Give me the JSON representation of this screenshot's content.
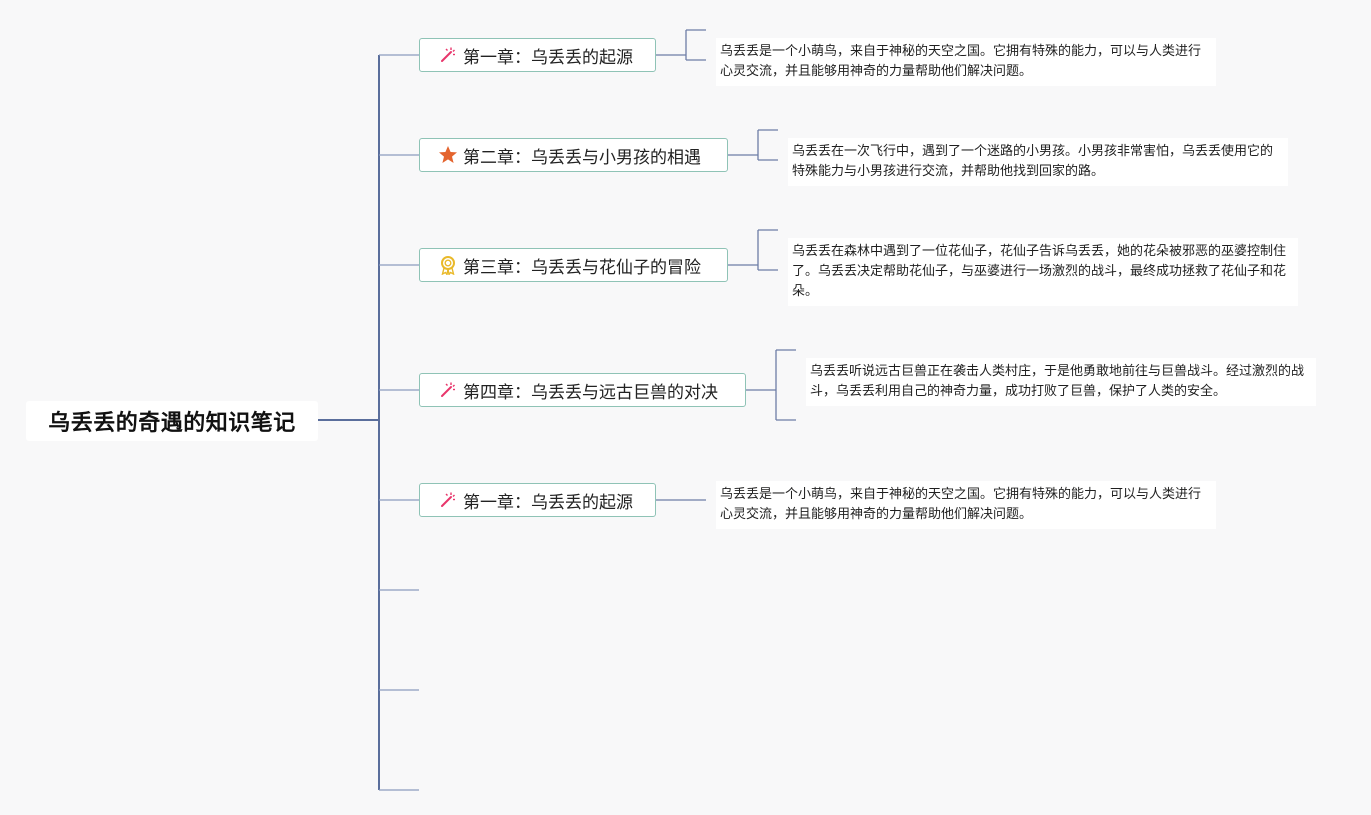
{
  "root": {
    "title": "乌丢丢的奇遇的知识笔记"
  },
  "topics": [
    {
      "label": "第一章：乌丢丢的起源",
      "icon": "magic-wand-icon",
      "note": "乌丢丢是一个小萌鸟，来自于神秘的天空之国。它拥有特殊的能力，可以与人类进行心灵交流，并且能够用神奇的力量帮助他们解决问题。"
    },
    {
      "label": "第二章：乌丢丢与小男孩的相遇",
      "icon": "star-icon",
      "note": "乌丢丢在一次飞行中，遇到了一个迷路的小男孩。小男孩非常害怕，乌丢丢使用它的特殊能力与小男孩进行交流，并帮助他找到回家的路。"
    },
    {
      "label": "第三章：乌丢丢与花仙子的冒险",
      "icon": "award-medal-icon",
      "note": "乌丢丢在森林中遇到了一位花仙子，花仙子告诉乌丢丢，她的花朵被邪恶的巫婆控制住了。乌丢丢决定帮助花仙子，与巫婆进行一场激烈的战斗，最终成功拯救了花仙子和花朵。"
    },
    {
      "label": "第四章：乌丢丢与远古巨兽的对决",
      "icon": "magic-wand-icon",
      "note": "乌丢丢听说远古巨兽正在袭击人类村庄，于是他勇敢地前往与巨兽战斗。经过激烈的战斗，乌丢丢利用自己的神奇力量，成功打败了巨兽，保护了人类的安全。"
    },
    {
      "label": "第一章：乌丢丢的起源",
      "icon": "magic-wand-icon",
      "note": "乌丢丢是一个小萌鸟，来自于神秘的天空之国。它拥有特殊的能力，可以与人类进行心灵交流，并且能够用神奇的力量帮助他们解决问题。"
    }
  ],
  "colors": {
    "trunk": "#5a6e9c",
    "topic_border": "#8fc3b6",
    "wand_pink": "#e8366b",
    "star_orange": "#e4642e",
    "medal_gold": "#e9b92a"
  }
}
